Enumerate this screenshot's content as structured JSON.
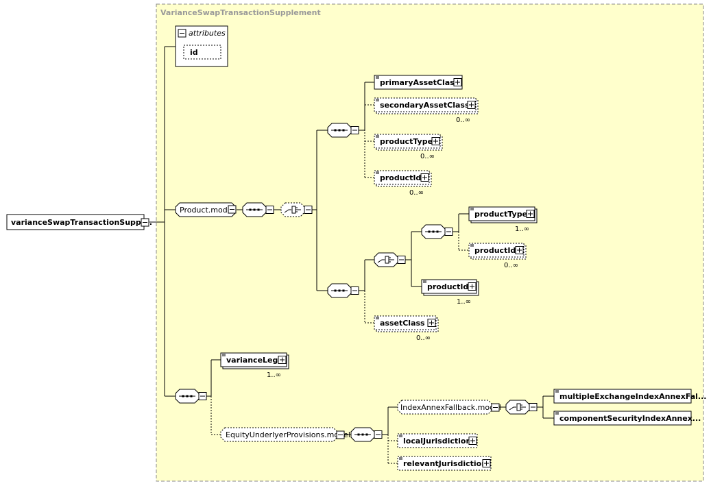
{
  "diagram": {
    "container_title": "VarianceSwapTransactionSupplement",
    "root": {
      "label": "varianceSwapTransactionSuppl..."
    },
    "attributes": {
      "header": "attributes",
      "items": [
        "id"
      ]
    },
    "groups": {
      "product_model": "Product.model",
      "equity_provisions_model": "EquityUnderlyerProvisions.model",
      "index_annex_model": "IndexAnnexFallback.model"
    },
    "elements": {
      "primary_asset_class": {
        "label": "primaryAssetClass"
      },
      "secondary_asset_class": {
        "label": "secondaryAssetClass",
        "cardinality": "0..∞"
      },
      "product_type_1": {
        "label": "productType",
        "cardinality": "0..∞"
      },
      "product_id_1": {
        "label": "productId",
        "cardinality": "0..∞"
      },
      "product_type_2": {
        "label": "productType",
        "cardinality": "1..∞"
      },
      "product_id_2": {
        "label": "productId",
        "cardinality": "0..∞"
      },
      "product_id_3": {
        "label": "productId",
        "cardinality": "1..∞"
      },
      "asset_class": {
        "label": "assetClass",
        "cardinality": "0..∞"
      },
      "variance_leg": {
        "label": "varianceLeg",
        "cardinality": "1..∞"
      },
      "multiple_exchange": {
        "label": "multipleExchangeIndexAnnexFal..."
      },
      "component_security": {
        "label": "componentSecurityIndexAnnex..."
      },
      "local_jurisdiction": {
        "label": "localJurisdiction"
      },
      "relevant_jurisdiction": {
        "label": "relevantJurisdiction"
      }
    },
    "colors": {
      "container_fill": "#ffffcc",
      "container_border": "#888888",
      "title_text": "#999999",
      "line": "#000000",
      "node_fill": "#ffffff"
    }
  }
}
